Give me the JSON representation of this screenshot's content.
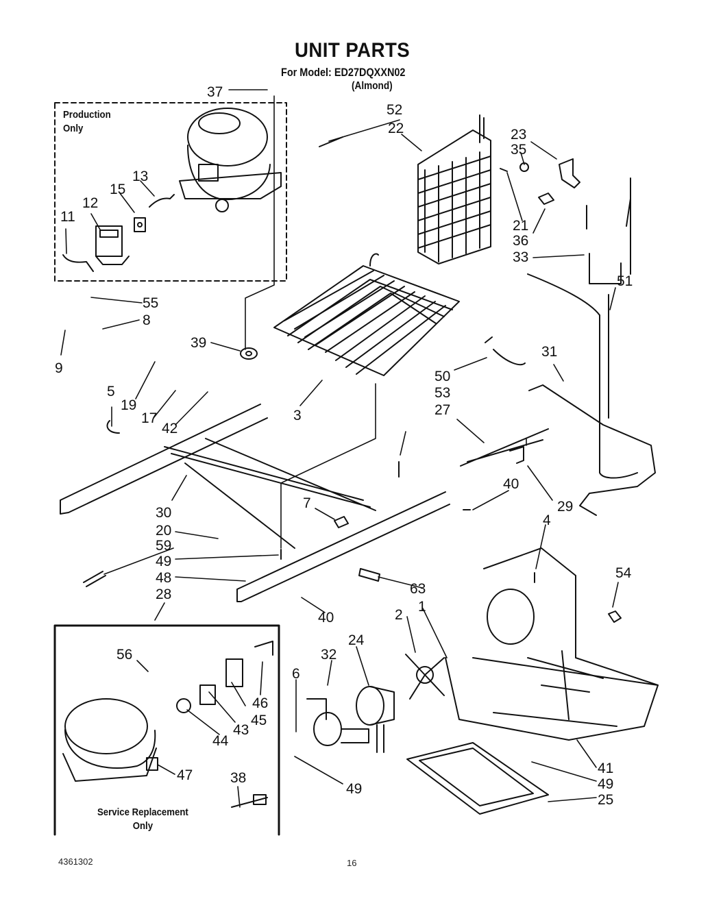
{
  "header": {
    "title": "UNIT PARTS",
    "model_line": "For Model: ED27DQXXN02",
    "color_line": "(Almond)"
  },
  "production_box": {
    "label_line1": "Production",
    "label_line2": "Only"
  },
  "service_box": {
    "label_line1": "Service Replacement",
    "label_line2": "Only"
  },
  "callouts": [
    "37",
    "52",
    "22",
    "23",
    "35",
    "21",
    "36",
    "33",
    "13",
    "15",
    "12",
    "11",
    "55",
    "8",
    "9",
    "39",
    "19",
    "17",
    "42",
    "5",
    "3",
    "51",
    "31",
    "50",
    "53",
    "27",
    "40",
    "29",
    "4",
    "7",
    "30",
    "20",
    "59",
    "49",
    "48",
    "63",
    "54",
    "28",
    "40",
    "2",
    "1",
    "24",
    "32",
    "6",
    "56",
    "46",
    "45",
    "43",
    "44",
    "47",
    "38",
    "49",
    "41",
    "49",
    "25"
  ],
  "footer": {
    "doc_number": "4361302",
    "page_number": "16"
  }
}
